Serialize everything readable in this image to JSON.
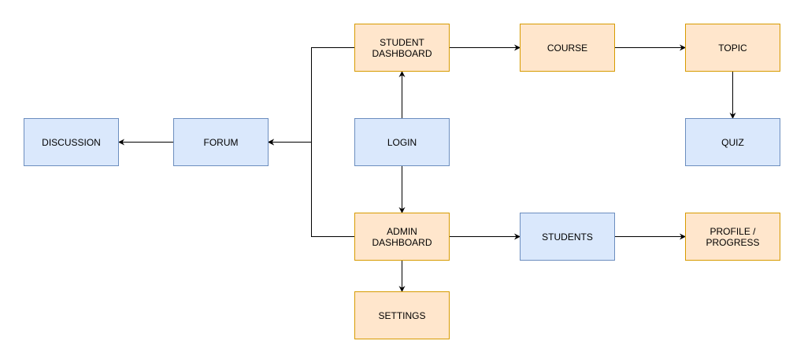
{
  "nodes": {
    "student_dashboard": {
      "label": "STUDENT\nDASHBOARD",
      "color": "#ffe6cc"
    },
    "course": {
      "label": "COURSE",
      "color": "#ffe6cc"
    },
    "topic": {
      "label": "TOPIC",
      "color": "#ffe6cc"
    },
    "discussion": {
      "label": "DISCUSSION",
      "color": "#dae8fc"
    },
    "forum": {
      "label": "FORUM",
      "color": "#dae8fc"
    },
    "login": {
      "label": "LOGIN",
      "color": "#dae8fc"
    },
    "quiz": {
      "label": "QUIZ",
      "color": "#dae8fc"
    },
    "admin_dashboard": {
      "label": "ADMIN\nDASHBOARD",
      "color": "#ffe6cc"
    },
    "students": {
      "label": "STUDENTS",
      "color": "#dae8fc"
    },
    "profile_progress": {
      "label": "PROFILE /\nPROGRESS",
      "color": "#ffe6cc"
    },
    "settings": {
      "label": "SETTINGS",
      "color": "#ffe6cc"
    }
  },
  "edges": [
    {
      "from": "login",
      "to": "student_dashboard"
    },
    {
      "from": "login",
      "to": "admin_dashboard"
    },
    {
      "from": "student_dashboard",
      "to": "course"
    },
    {
      "from": "course",
      "to": "topic"
    },
    {
      "from": "topic",
      "to": "quiz"
    },
    {
      "from": "student_dashboard",
      "to": "forum"
    },
    {
      "from": "admin_dashboard",
      "to": "forum"
    },
    {
      "from": "forum",
      "to": "discussion"
    },
    {
      "from": "admin_dashboard",
      "to": "students"
    },
    {
      "from": "students",
      "to": "profile_progress"
    },
    {
      "from": "admin_dashboard",
      "to": "settings"
    }
  ]
}
